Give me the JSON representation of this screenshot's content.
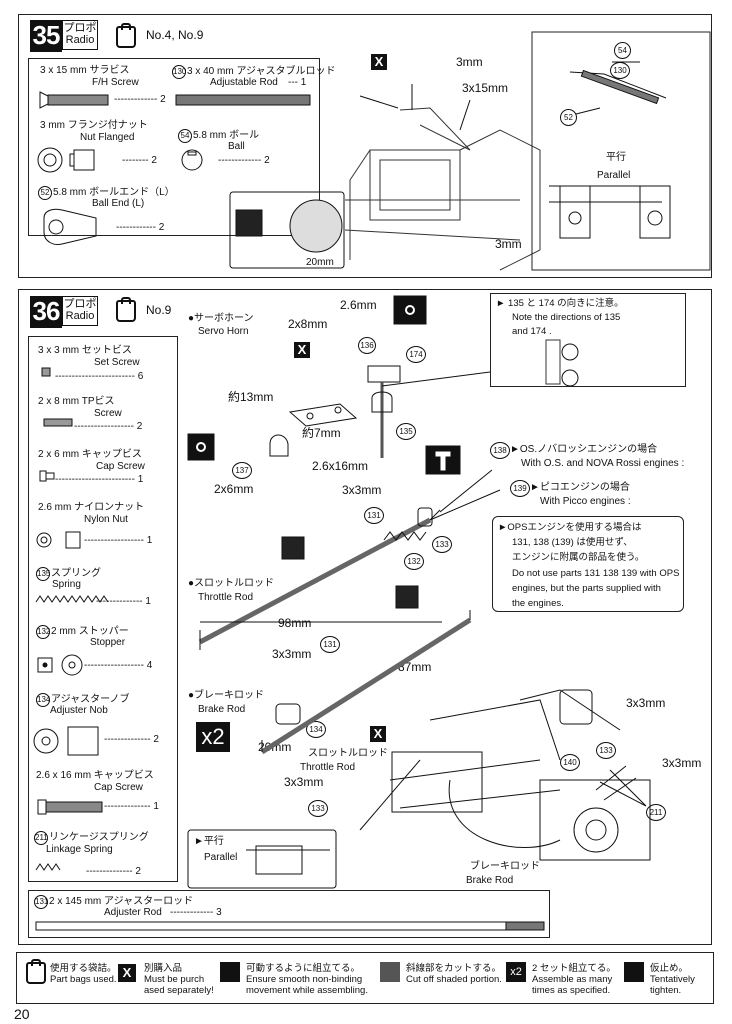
{
  "step35": {
    "number": "35",
    "category_jp": "プロポ",
    "category_en": "Radio",
    "bag": "No.4, No.9",
    "parts": {
      "screw_jp": "3 x 15 mm サラビス",
      "screw_en": "F/H Screw",
      "screw_qty": "------------- 2",
      "rod_jp": "3 x 40 mm アジャスタブルロッド",
      "rod_ref": "130",
      "rod_en": "Adjustable Rod",
      "rod_qty": "--- 1",
      "nut_jp": "3 mm フランジ付ナット",
      "nut_en": "Nut Flanged",
      "nut_qty": "-------- 2",
      "ball_ref": "54",
      "ball_jp": "5.8 mm ボール",
      "ball_en": "Ball",
      "ball_qty": "------------- 2",
      "ballend_ref": "52",
      "ballend_jp": "5.8 mm ボールエンド（L）",
      "ballend_en": "Ball End (L)",
      "ballend_qty": "------------ 2"
    },
    "callouts": {
      "c3mm_a": "3mm",
      "c3x15": "3x15mm",
      "c3mm_b": "3mm",
      "c20mm": "20mm",
      "ref54": "54",
      "ref130": "130",
      "ref52": "52",
      "parallel_jp": "平行",
      "parallel_en": "Parallel"
    }
  },
  "step36": {
    "number": "36",
    "category_jp": "プロポ",
    "category_en": "Radio",
    "bag": "No.9",
    "parts": [
      {
        "jp": "3 x 3 mm セットビス",
        "en": "Set Screw",
        "qty": "------------------------ 6"
      },
      {
        "jp": "2 x 8 mm TPビス",
        "en": "Screw",
        "qty": "------------------ 2"
      },
      {
        "jp": "2 x 6 mm キャップビス",
        "en": "Cap Screw",
        "qty": "------------------------ 1"
      },
      {
        "jp": "2.6 mm ナイロンナット",
        "en": "Nylon Nut",
        "qty": "------------------ 1"
      },
      {
        "ref": "135",
        "jp": "スプリング",
        "en": "Spring",
        "qty": "-------------- 1"
      },
      {
        "ref": "132",
        "jp": "2 mm ストッパー",
        "en": "Stopper",
        "qty": "------------------ 4"
      },
      {
        "ref": "134",
        "jp": "アジャスターノブ",
        "en": "Adjuster Nob",
        "qty": "-------------- 2"
      },
      {
        "jp": "2.6 x 16 mm キャップビス",
        "en": "Cap Screw",
        "qty": "-------------- 1"
      },
      {
        "ref": "211",
        "jp": "リンケージスプリング",
        "en": "Linkage Spring",
        "qty": "-------------- 2"
      }
    ],
    "rod": {
      "ref": "131",
      "jp": "2 x 145 mm アジャスターロッド",
      "en": "Adjuster Rod",
      "qty": "------------- 3"
    },
    "labels": {
      "servo_horn_jp": "●サーボホーン",
      "servo_horn_en": "Servo Horn",
      "d2_6mm": "2.6mm",
      "d2x8mm": "2x8mm",
      "ref136": "136",
      "ref174": "174",
      "approx13": "約13mm",
      "approx7": "約7mm",
      "ref135": "135",
      "ref137": "137",
      "d2x6mm": "2x6mm",
      "d2_6x16": "2.6x16mm",
      "d3x3mm_a": "3x3mm",
      "ref131_a": "131",
      "ref132": "132",
      "ref133_a": "133",
      "ref138": "138",
      "ref139": "139",
      "os_jp": "►OS.ノバロッシエンジンの場合",
      "os_en": "With O.S. and NOVA Rossi engines :",
      "picco_jp": "►ピコエンジンの場合",
      "picco_en": "With Picco engines :",
      "throttle_rod_jp": "●スロットルロッド",
      "throttle_rod_en": "Throttle Rod",
      "d98mm": "98mm",
      "ref131_b": "131",
      "d87mm": "87mm",
      "d3x3mm_b": "3x3mm",
      "brake_rod_jp": "●ブレーキロッド",
      "brake_rod_en": "Brake Rod",
      "ref134": "134",
      "x2": "x2",
      "d20mm": "20mm",
      "throttle_rod2_jp": "スロットルロッド",
      "throttle_rod2_en": "Throttle Rod",
      "d3x3mm_c": "3x3mm",
      "ref133_b": "133",
      "parallel_jp": "►平行",
      "parallel_en": "Parallel",
      "brake_rod2_jp": "ブレーキロッド",
      "brake_rod2_en": "Brake Rod",
      "d3x3mm_d": "3x3mm",
      "ref133_c": "133",
      "d3x3mm_e": "3x3mm",
      "ref140": "140",
      "ref211": "211"
    },
    "note_direction": {
      "line1_jp": "► 135 と 174 の向きに注意。",
      "line2_en": "Note the directions of 135",
      "line3_en": "and 174 ."
    },
    "note_ops": {
      "line1": "►OPSエンジンを使用する場合は",
      "line2": "131, 138 (139) は使用せず、",
      "line3": "エンジンに附属の部品を使う。",
      "line4": "Do not use parts 131 138 139 with  OPS",
      "line5": "engines,  but the parts supplied with",
      "line6": "the engines."
    }
  },
  "legend": [
    {
      "jp": "使用する袋詰。",
      "en": "Part bags used."
    },
    {
      "jp": "別購入品",
      "en1": "Must be purch",
      "en2": "ased separately!"
    },
    {
      "jp": "可動するように組立てる。",
      "en1": "Ensure smooth non-binding",
      "en2": "movement while assembling."
    },
    {
      "jp": "斜線部をカットする。",
      "en1": "Cut off shaded portion."
    },
    {
      "jp": "2 セット組立てる。",
      "en1": "Assemble as many",
      "en2": "times as specified."
    },
    {
      "jp": "仮止め。",
      "en1": "Tentatively",
      "en2": "tighten."
    }
  ],
  "page_number": "20"
}
